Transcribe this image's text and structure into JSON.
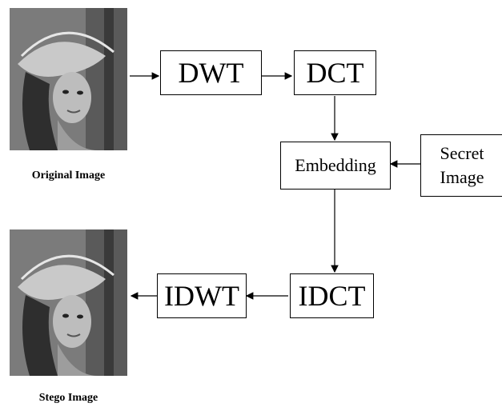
{
  "original": {
    "caption": "Original Image"
  },
  "stego": {
    "caption": "Stego Image"
  },
  "blocks": {
    "dwt": "DWT",
    "dct": "DCT",
    "embedding": "Embedding",
    "secret_line1": "Secret",
    "secret_line2": "Image",
    "idct": "IDCT",
    "idwt": "IDWT"
  },
  "colors": {
    "stroke": "#000000",
    "background": "#ffffff"
  }
}
